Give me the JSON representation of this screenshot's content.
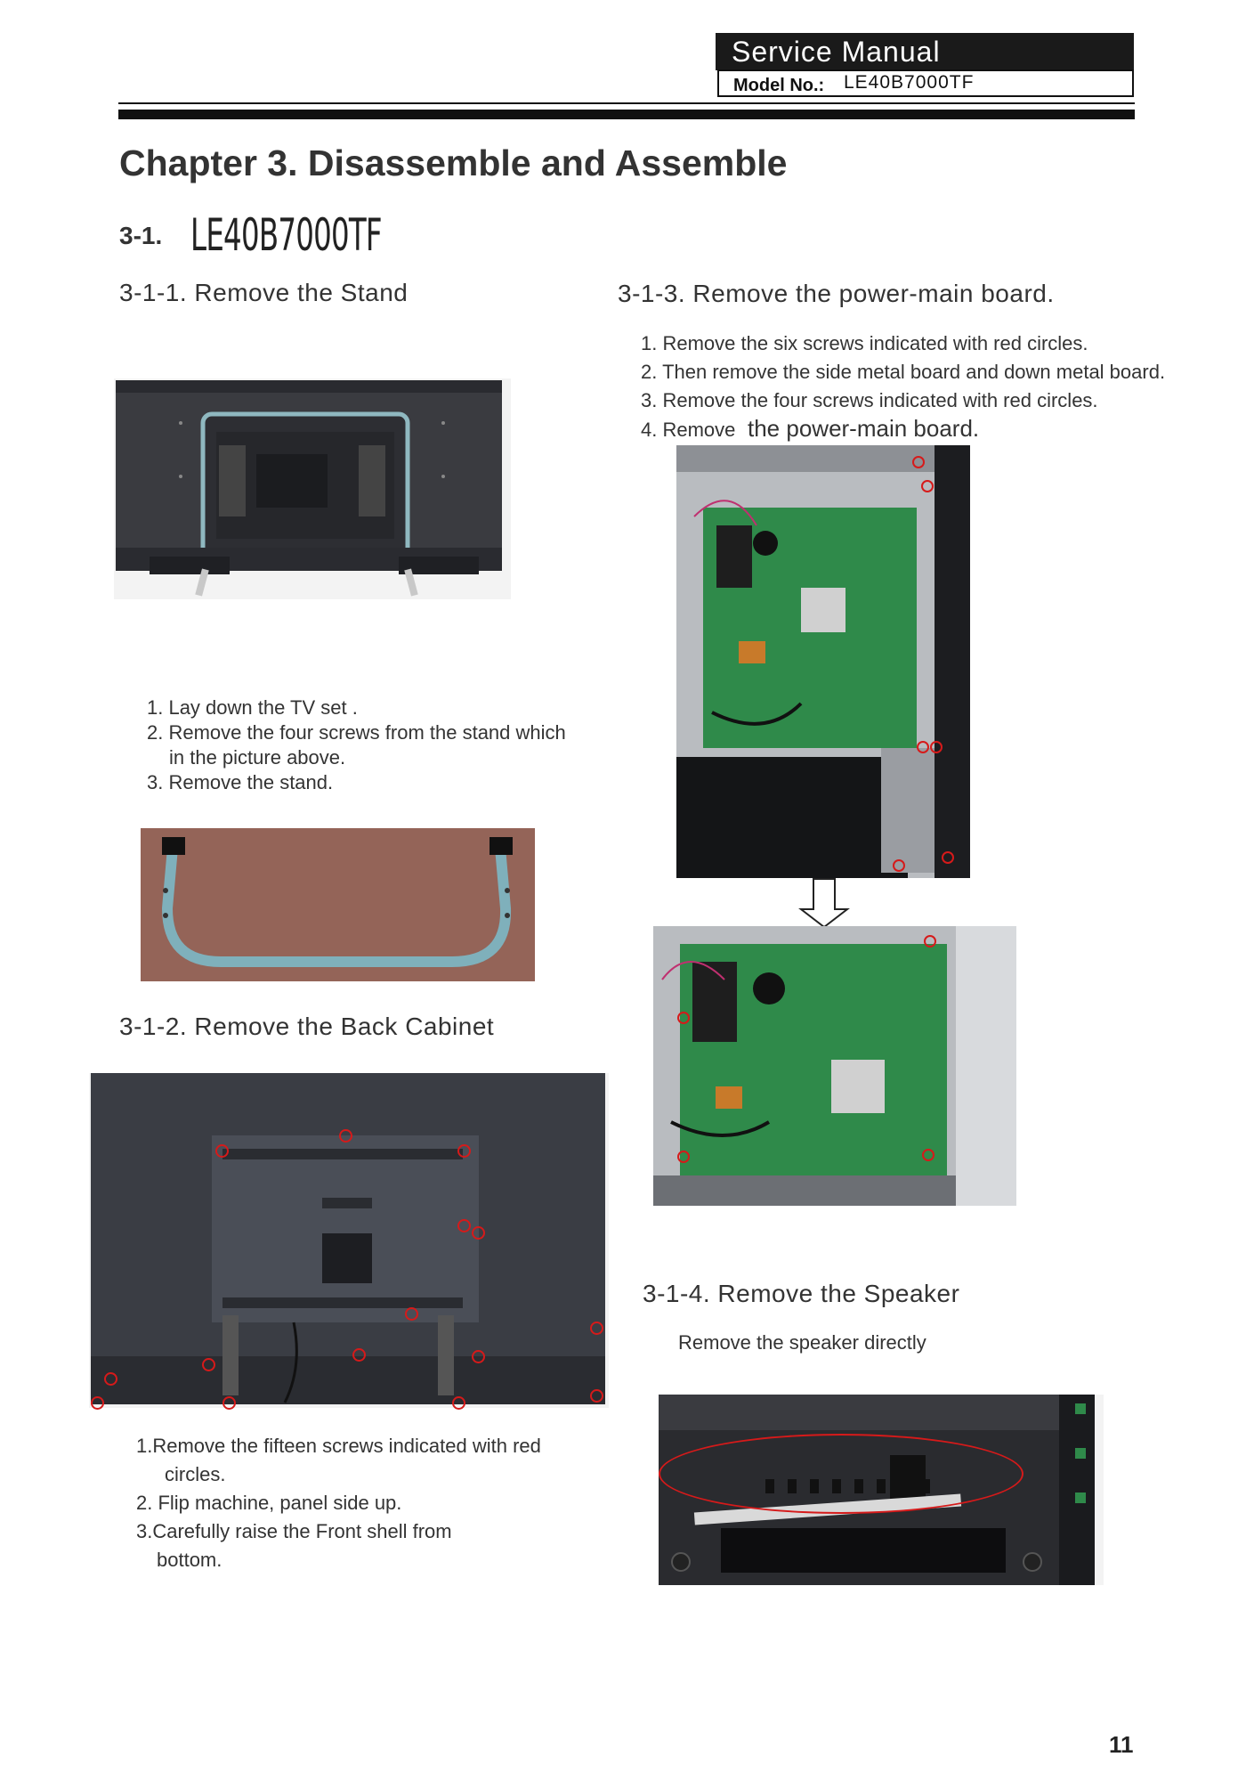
{
  "header": {
    "title": "Service Manual",
    "model_label": "Model No.:",
    "model_value": "LE40B7000TF"
  },
  "chapter": "Chapter 3. Disassemble and Assemble",
  "section": {
    "number": "3-1.",
    "model": "LE40B7000TF"
  },
  "stand": {
    "heading": "3-1-1. Remove the Stand",
    "steps": [
      "1. Lay down the TV set .",
      "2. Remove the four screws from the stand which",
      "in the picture above.",
      "3. Remove the stand."
    ]
  },
  "back_cabinet": {
    "heading": "3-1-2. Remove the Back Cabinet",
    "steps": [
      "1.Remove the fifteen screws indicated with red",
      "circles.",
      "2. Flip machine, panel side up.",
      "3.Carefully raise the Front shell from",
      "bottom."
    ]
  },
  "power_main": {
    "heading": "3-1-3. Remove the power-main board.",
    "steps": [
      "1. Remove the six screws indicated with red circles.",
      "2. Then remove the side metal board and down metal board.",
      "3. Remove the four screws indicated with red circles.",
      "4. Remove",
      "the power-main board."
    ]
  },
  "speaker": {
    "heading": "3-1-4. Remove the Speaker",
    "steps": [
      "Remove the speaker directly"
    ]
  },
  "page_number": "11",
  "colors": {
    "header_bg": "#1a1a1a",
    "annotation": "#d61a1a",
    "pcb": "#2f8a4a"
  }
}
